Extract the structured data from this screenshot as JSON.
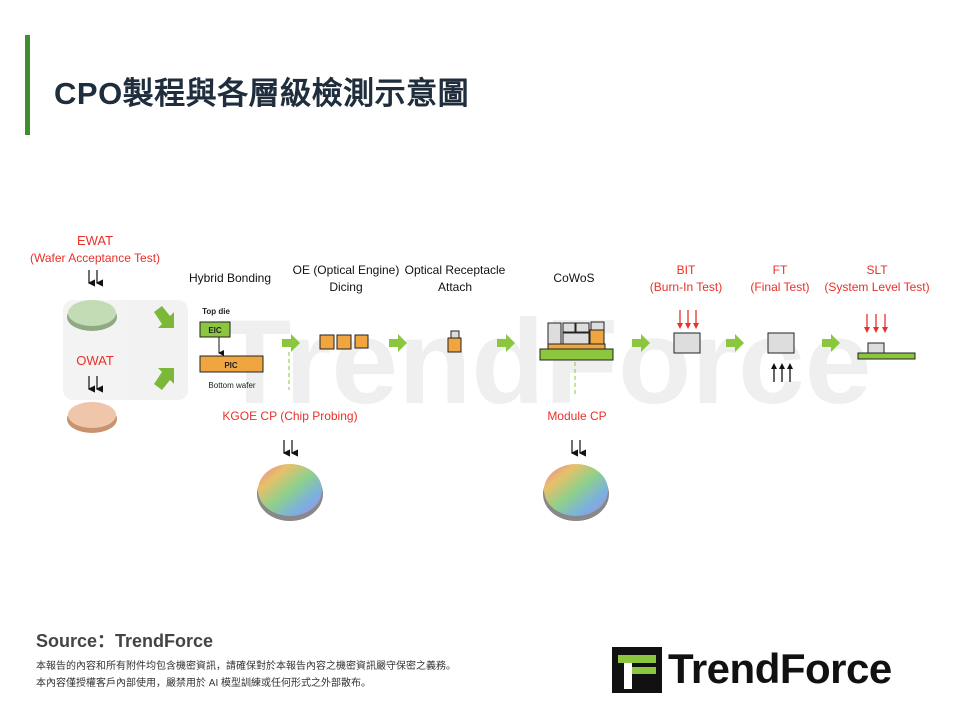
{
  "header": {
    "title": "CPO製程與各層級檢測示意圖"
  },
  "diagram": {
    "ewat": {
      "label": "EWAT",
      "sub": "(Wafer Acceptance Test)"
    },
    "owat": {
      "label": "OWAT"
    },
    "hybrid_bonding": {
      "label": "Hybrid Bonding",
      "top_die": "Top die",
      "eic": "EIC",
      "pic": "PIC",
      "bottom_wafer": "Bottom wafer"
    },
    "oe_dicing": {
      "line1": "OE (Optical Engine)",
      "line2": "Dicing"
    },
    "ora": {
      "line1": "Optical Receptacle",
      "line2": "Attach"
    },
    "cowos": {
      "label": "CoWoS"
    },
    "bit": {
      "label": "BIT",
      "sub": "(Burn-In Test)"
    },
    "ft": {
      "label": "FT",
      "sub": "(Final Test)"
    },
    "slt": {
      "label": "SLT",
      "sub": "(System Level Test)"
    },
    "kgoe_cp": {
      "label": "KGOE CP (Chip Probing)"
    },
    "module_cp": {
      "label": "Module CP"
    },
    "watermark": "TrendForce"
  },
  "colors": {
    "accent": "#3f8f2a",
    "test_red": "#e8312a",
    "arrow_green": "#8cc63f",
    "chip_orange": "#f0a640"
  },
  "footer": {
    "source": "Source：TrendForce",
    "disclaimer_1": "本報告的內容和所有附件均包含機密資訊，請確保對於本報告內容之機密資訊嚴守保密之義務。",
    "disclaimer_2": "本內容僅授權客戶內部使用，嚴禁用於 AI 模型訓練或任何形式之外部散布。",
    "logo_text": "TrendForce"
  }
}
